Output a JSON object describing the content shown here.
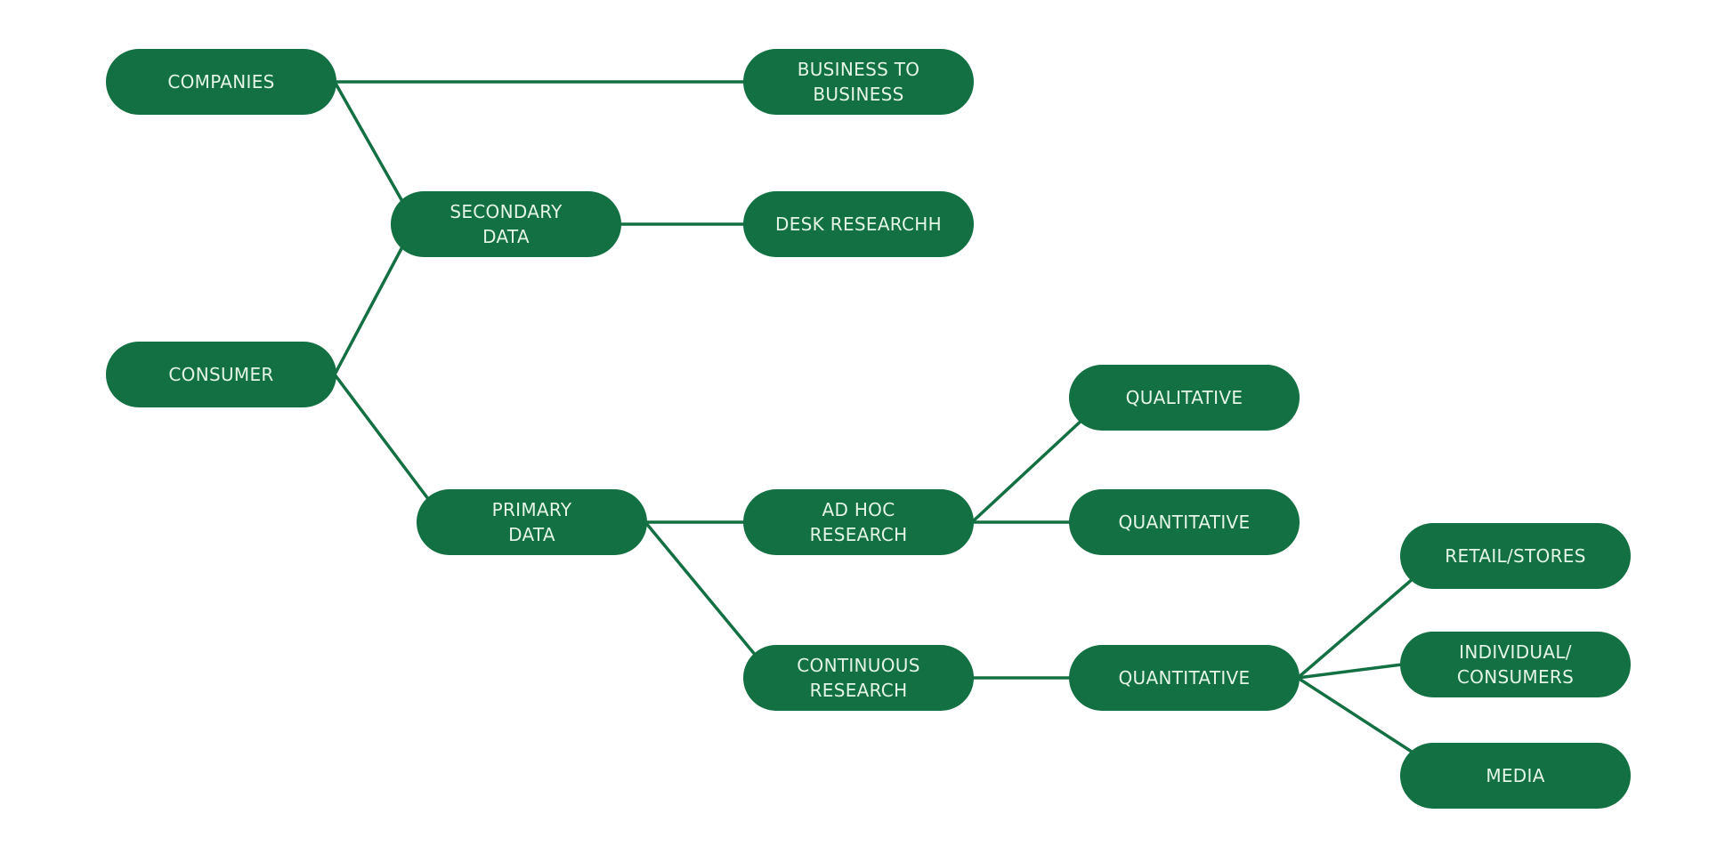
{
  "diagram": {
    "colors": {
      "node_fill": "#137042",
      "node_text": "#e3f5e6",
      "edge": "#137042",
      "background": "#ffffff"
    },
    "nodes": [
      {
        "id": "companies",
        "label": "COMPANIES"
      },
      {
        "id": "consumer",
        "label": "CONSUMER"
      },
      {
        "id": "secondary-data",
        "label": "SECONDARY\nDATA"
      },
      {
        "id": "primary-data",
        "label": "PRIMARY\nDATA"
      },
      {
        "id": "business-to-business",
        "label": "BUSINESS TO\nBUSINESS"
      },
      {
        "id": "desk-research",
        "label": "DESK RESEARCHH"
      },
      {
        "id": "ad-hoc-research",
        "label": "AD HOC\nRESEARCH"
      },
      {
        "id": "continuous-research",
        "label": "CONTINUOUS\nRESEARCH"
      },
      {
        "id": "qualitative",
        "label": "QUALITATIVE"
      },
      {
        "id": "quantitative-adhoc",
        "label": "QUANTITATIVE"
      },
      {
        "id": "quantitative-continuous",
        "label": "QUANTITATIVE"
      },
      {
        "id": "retail-stores",
        "label": "RETAIL/STORES"
      },
      {
        "id": "individual-consumers",
        "label": "INDIVIDUAL/\nCONSUMERS"
      },
      {
        "id": "media",
        "label": "MEDIA"
      }
    ],
    "edges": [
      {
        "from": "companies",
        "to": "business-to-business"
      },
      {
        "from": "companies",
        "to": "secondary-data"
      },
      {
        "from": "consumer",
        "to": "secondary-data"
      },
      {
        "from": "consumer",
        "to": "primary-data"
      },
      {
        "from": "secondary-data",
        "to": "desk-research"
      },
      {
        "from": "primary-data",
        "to": "ad-hoc-research"
      },
      {
        "from": "primary-data",
        "to": "continuous-research"
      },
      {
        "from": "ad-hoc-research",
        "to": "qualitative"
      },
      {
        "from": "ad-hoc-research",
        "to": "quantitative-adhoc"
      },
      {
        "from": "continuous-research",
        "to": "quantitative-continuous"
      },
      {
        "from": "quantitative-continuous",
        "to": "retail-stores"
      },
      {
        "from": "quantitative-continuous",
        "to": "individual-consumers"
      },
      {
        "from": "quantitative-continuous",
        "to": "media"
      }
    ]
  }
}
